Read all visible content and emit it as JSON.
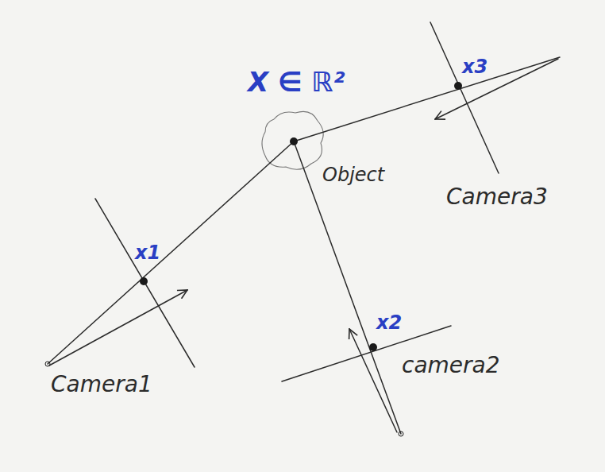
{
  "diagram": {
    "labels": [
      "X ∈ ℝ²",
      "Object",
      "x1",
      "x2",
      "x3",
      "Camera1",
      "camera2",
      "Camera3"
    ]
  }
}
